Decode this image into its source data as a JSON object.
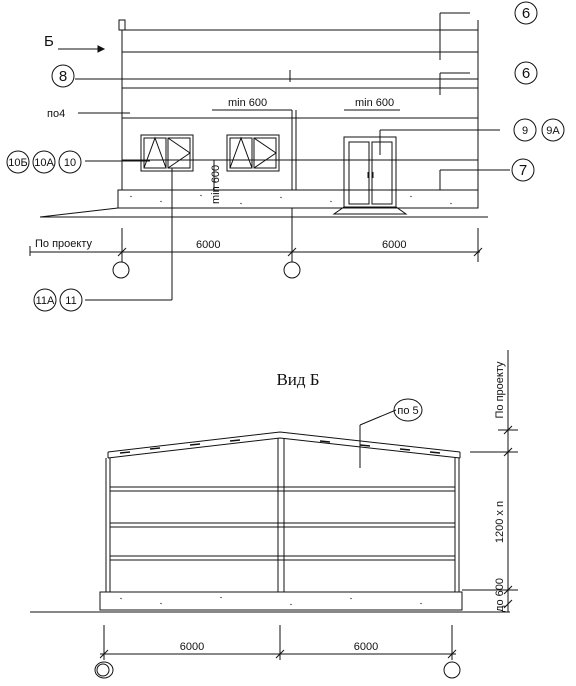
{
  "elevation_top": {
    "view_marker": "Б",
    "dimension_6000_left": "6000",
    "dimension_6000_right": "6000",
    "po_proektu": "По проекту",
    "min600_left": "min 600",
    "min600_right": "min 600",
    "min600_vertical": "min 600",
    "po4": "по4",
    "callouts": {
      "c6a": "6",
      "c6b": "6",
      "c8": "8",
      "c7": "7",
      "c9": "9",
      "c9A": "9А",
      "c10": "10",
      "c10A": "10А",
      "c10B": "10Б",
      "c11": "11",
      "c11A": "11А"
    }
  },
  "elevation_bottom": {
    "title": "Вид Б",
    "po5": "по 5",
    "dimension_6000_left": "6000",
    "dimension_6000_right": "6000",
    "dim_1200n": "1200 x n",
    "dim_po600": "до 600",
    "po_proektu_vertical": "По проекту"
  }
}
